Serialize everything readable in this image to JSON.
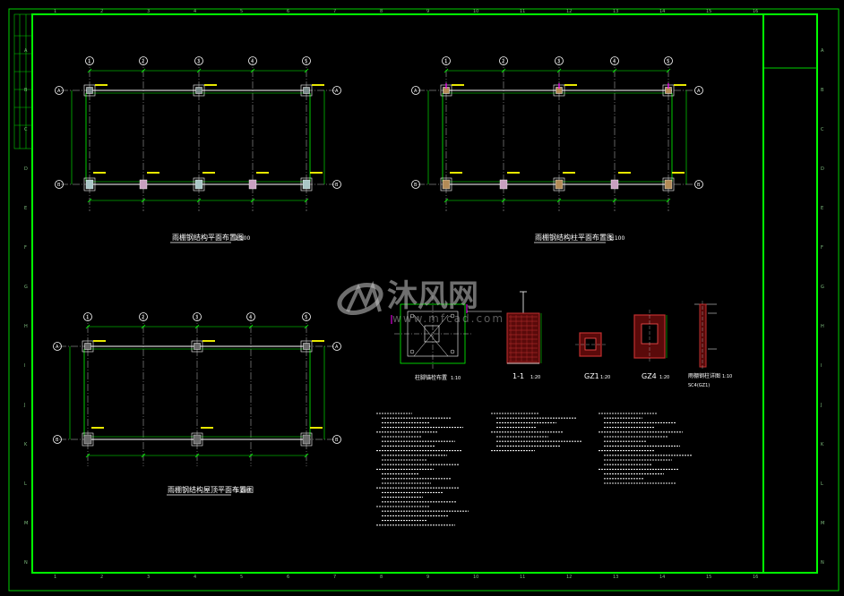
{
  "colors": {
    "background": "#000000",
    "frame": "#00d000",
    "border_inner": "#00ff00",
    "text": "#ffffff",
    "axis_bubble": "#ffffff",
    "column": "#a9c6c6",
    "column_alt": "#c8a0c0",
    "base_plate": "#b28a56",
    "section_red": "#c03030",
    "dim_green": "#00ff00",
    "center_line": "#c0c0c0",
    "magenta": "#ff00ff",
    "yellow_tag": "#e8e800"
  },
  "drawing": {
    "plan_top_left_title": "雨棚钢结构平面布置图",
    "plan_top_left_scale": "1:100",
    "plan_top_right_title": "雨棚钢结构柱平面布置图",
    "plan_top_right_scale": "1:100",
    "plan_bottom_left_title": "雨棚钢结构屋顶平面布置图",
    "plan_bottom_left_scale": "1:100",
    "detail_base_title": "柱脚锚栓布置",
    "detail_base_scale": "1:10",
    "detail_section_label": "1-1",
    "detail_section_scale": "1:20",
    "detail_gz1_label": "GZ1",
    "detail_gz1_scale": "1:20",
    "detail_gz4_label": "GZ4",
    "detail_gz4_scale": "1:20",
    "detail_rail_title": "雨棚钢柱详图",
    "detail_rail_scale": "1:10",
    "detail_rail_sub": "SC4(GZ1)"
  },
  "axes": {
    "columns": [
      "1",
      "2",
      "3",
      "4",
      "5"
    ],
    "rows": [
      "A",
      "B"
    ]
  },
  "border_ticks": {
    "top": [
      "1",
      "2",
      "3",
      "4",
      "5",
      "6",
      "7",
      "8",
      "9",
      "10",
      "11",
      "12",
      "13",
      "14",
      "15",
      "16"
    ],
    "side": [
      "A",
      "B",
      "C",
      "D",
      "E",
      "F",
      "G",
      "H",
      "I",
      "J",
      "K",
      "L",
      "M",
      "N"
    ]
  },
  "notes_columns": 3,
  "watermark": {
    "text": "沐风网",
    "url": "www.mfcad.com"
  }
}
